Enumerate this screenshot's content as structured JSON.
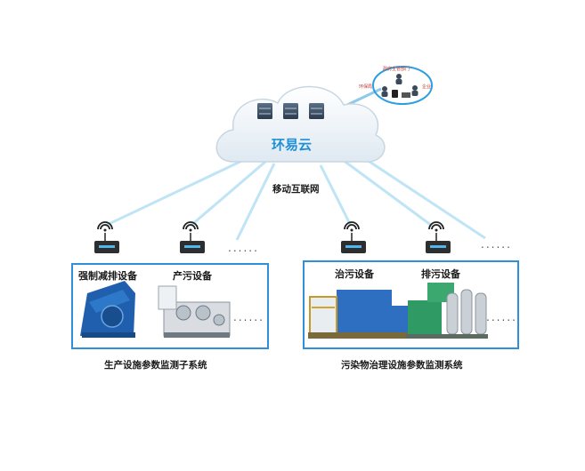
{
  "cloud": {
    "name": "环易云"
  },
  "network": {
    "label": "移动互联网"
  },
  "users": {
    "top": "政府主管部门",
    "left": "环保局",
    "right": "企业"
  },
  "left_system": {
    "title": "生产设施参数监测子系统",
    "devices": [
      "强制减排设备",
      "产污设备"
    ]
  },
  "right_system": {
    "title": "污染物治理设施参数监测系统",
    "devices": [
      "治污设备",
      "排污设备"
    ]
  },
  "ellipsis": "......",
  "colors": {
    "accent": "#2f8fd8",
    "cloud_text": "#1f8fd6",
    "line": "#bfe4f5"
  }
}
